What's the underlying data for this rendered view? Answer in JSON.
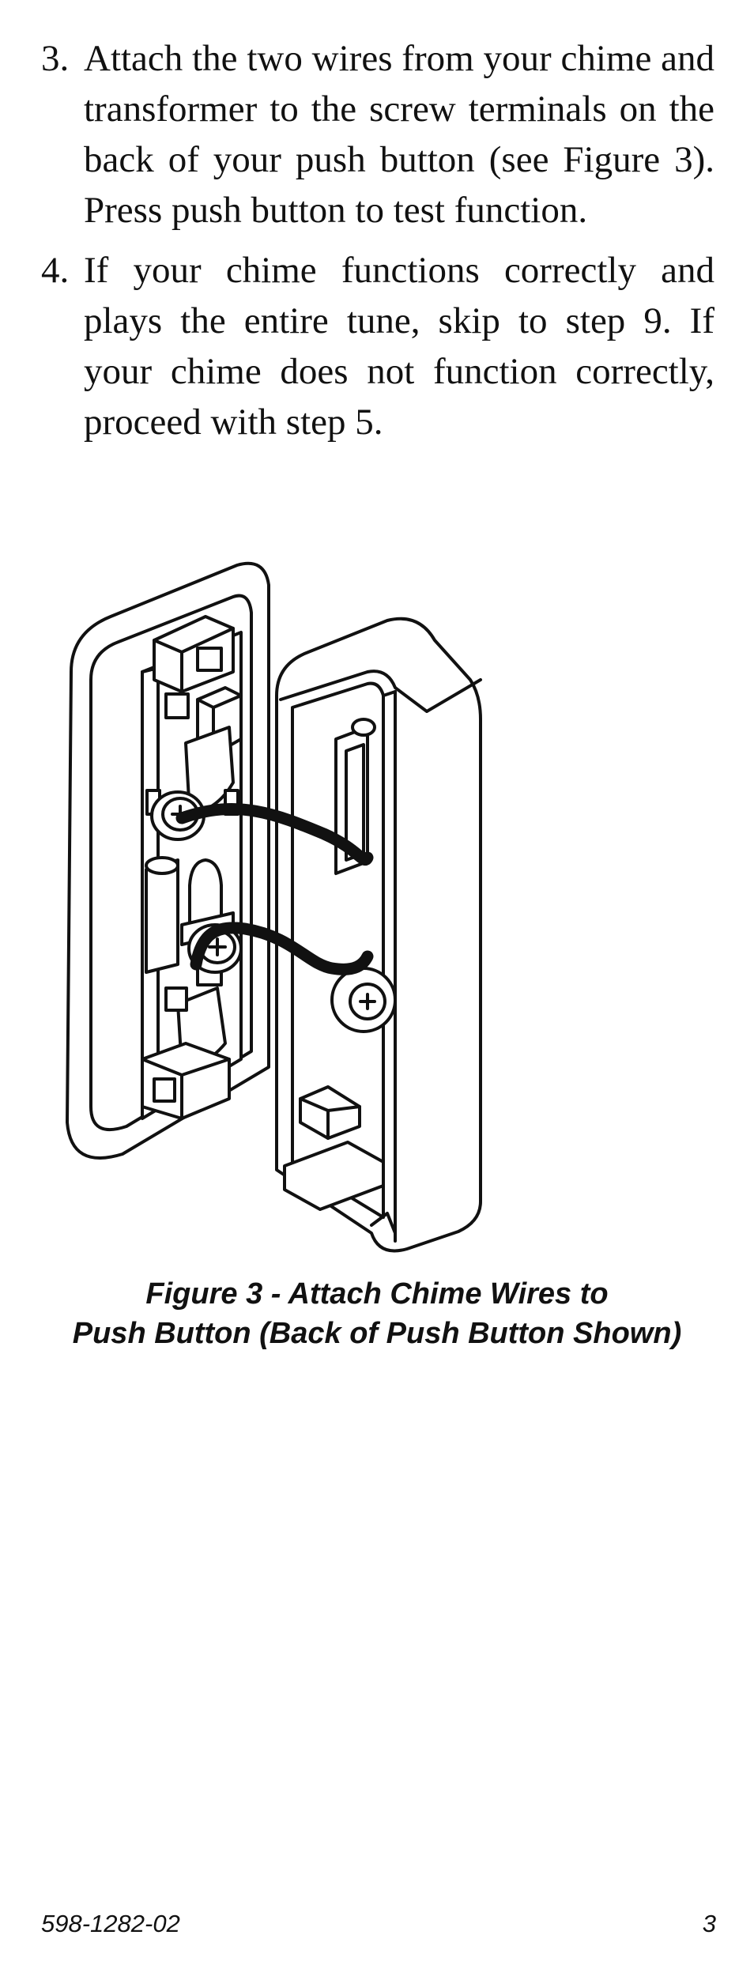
{
  "steps": [
    {
      "number": "3.",
      "text": "Attach the two wires from your chime and transformer to the screw terminals on the back of your push button (see Figure 3). Press push button to test function."
    },
    {
      "number": "4.",
      "text": "If your chime functions correctly and plays the entire tune, skip to step 9. If your chime does not function correctly, proceed with step 5."
    }
  ],
  "figure": {
    "caption_line1": "Figure 3 - Attach Chime Wires to",
    "caption_line2": "Push Button (Back of Push Button Shown)"
  },
  "footer": {
    "doc_number": "598-1282-02",
    "page_number": "3"
  }
}
